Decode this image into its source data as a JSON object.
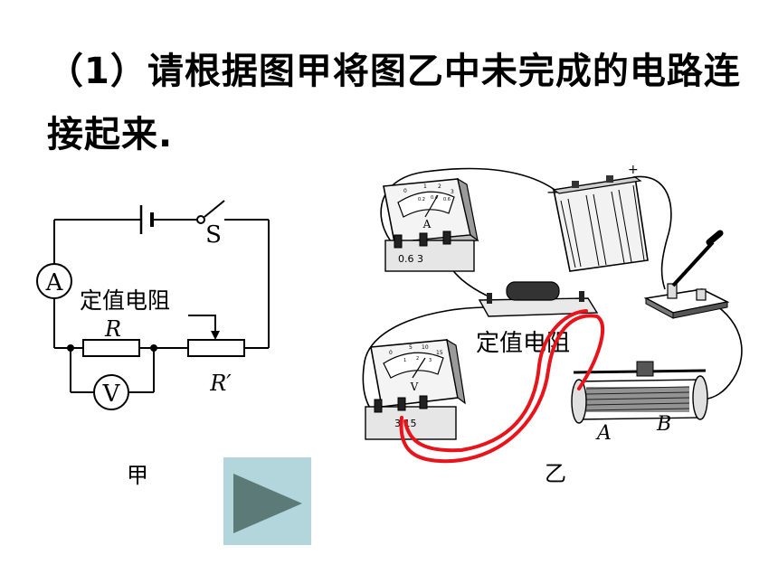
{
  "question": {
    "prefix": "（",
    "number": "1",
    "text": "）请根据图甲将图乙中未完成的电路连接起来."
  },
  "diagram_jia": {
    "caption": "甲",
    "switch_label": "S",
    "ammeter_label": "A",
    "voltmeter_label": "V",
    "resistor_caption": "定值电阻",
    "resistor_symbol": "R",
    "rheostat_symbol": "R′"
  },
  "diagram_yi": {
    "caption": "乙",
    "ammeter_face": "A",
    "ammeter_terminals": "0.6  3",
    "ammeter_scale": [
      "0",
      "1",
      "2",
      "3",
      "0.2",
      "0.4",
      "0.6"
    ],
    "voltmeter_face": "V",
    "voltmeter_terminals": "3  15",
    "voltmeter_scale": [
      "0",
      "5",
      "10",
      "15",
      "1",
      "2",
      "3"
    ],
    "battery_minus": "−",
    "battery_plus": "+",
    "resistor_caption": "定值电阻",
    "rheostat_end_a": "A",
    "rheostat_end_b": "B",
    "drawn_wire_color": "#e8141c"
  },
  "controls": {
    "play_icon": "play-icon",
    "play_bg": "#b2d6db",
    "play_fg": "#5c7a78"
  }
}
